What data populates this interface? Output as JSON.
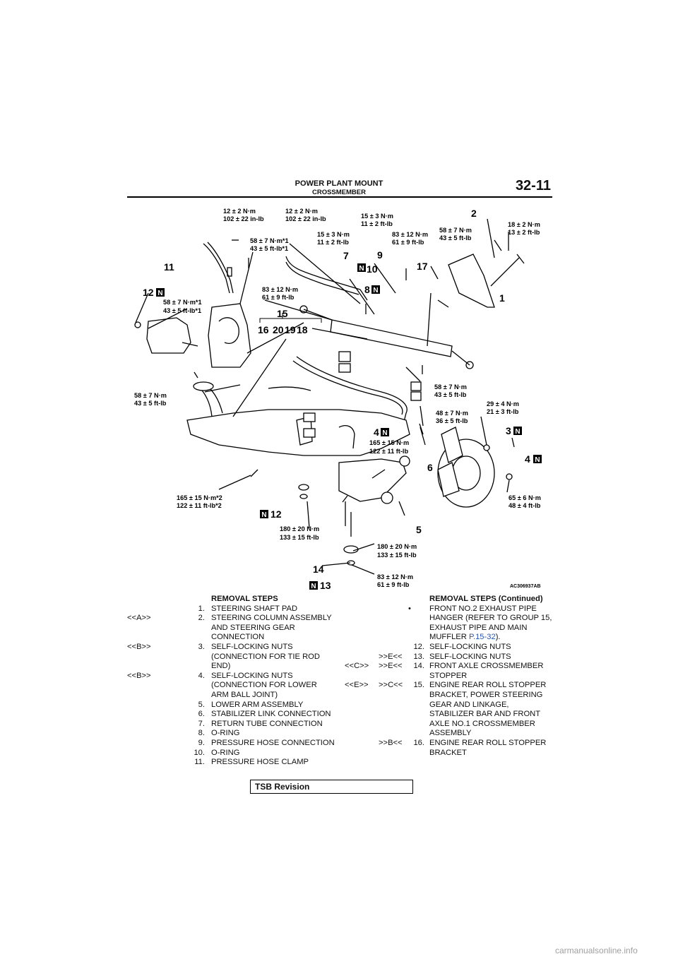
{
  "header": {
    "title": "POWER PLANT MOUNT",
    "subtitle": "CROSSMEMBER",
    "page_number": "32-11"
  },
  "figure": {
    "code": "AC306937AB",
    "torque_labels": [
      {
        "id": "t1a",
        "text": "12 ± 2 N·m"
      },
      {
        "id": "t1b",
        "text": "102 ± 22 in-lb"
      },
      {
        "id": "t2a",
        "text": "12 ± 2 N·m"
      },
      {
        "id": "t2b",
        "text": "102 ± 22 in-lb"
      },
      {
        "id": "t3a",
        "text": "15 ± 3 N·m"
      },
      {
        "id": "t3b",
        "text": "11 ± 2 ft-lb"
      },
      {
        "id": "t4a",
        "text": "18 ± 2 N·m"
      },
      {
        "id": "t4b",
        "text": "13 ± 2 ft-lb"
      },
      {
        "id": "t5a",
        "text": "58 ± 7 N·m*1"
      },
      {
        "id": "t5b",
        "text": "43 ± 5 ft-lb*1"
      },
      {
        "id": "t6a",
        "text": "15 ± 3 N·m"
      },
      {
        "id": "t6b",
        "text": "11 ± 2 ft-lb"
      },
      {
        "id": "t7a",
        "text": "83 ± 12 N·m"
      },
      {
        "id": "t7b",
        "text": "61 ± 9 ft-lb"
      },
      {
        "id": "t8a",
        "text": "58 ± 7 N·m"
      },
      {
        "id": "t8b",
        "text": "43 ± 5 ft-lb"
      },
      {
        "id": "t9a",
        "text": "58 ± 7 N·m*1"
      },
      {
        "id": "t9b",
        "text": "43 ± 5 ft-lb*1"
      },
      {
        "id": "t10a",
        "text": "83 ± 12 N·m"
      },
      {
        "id": "t10b",
        "text": "61 ± 9 ft-lb"
      },
      {
        "id": "t11a",
        "text": "58 ± 7 N·m"
      },
      {
        "id": "t11b",
        "text": "43 ± 5 ft-lb"
      },
      {
        "id": "t12a",
        "text": "58 ± 7 N·m"
      },
      {
        "id": "t12b",
        "text": "43 ± 5 ft-lb"
      },
      {
        "id": "t13a",
        "text": "29 ± 4 N·m"
      },
      {
        "id": "t13b",
        "text": "21 ± 3 ft-lb"
      },
      {
        "id": "t14a",
        "text": "48 ± 7 N·m"
      },
      {
        "id": "t14b",
        "text": "36 ± 5 ft-lb"
      },
      {
        "id": "t15a",
        "text": "165 ± 15 N·m"
      },
      {
        "id": "t15b",
        "text": "122 ± 11 ft-lb"
      },
      {
        "id": "t16a",
        "text": "165 ± 15 N·m*2"
      },
      {
        "id": "t16b",
        "text": "122 ± 11 ft-lb*2"
      },
      {
        "id": "t17a",
        "text": "65 ± 6 N·m"
      },
      {
        "id": "t17b",
        "text": "48 ± 4 ft-lb"
      },
      {
        "id": "t18a",
        "text": "180 ± 20 N·m"
      },
      {
        "id": "t18b",
        "text": "133 ± 15 ft-lb"
      },
      {
        "id": "t19a",
        "text": "180 ± 20 N·m"
      },
      {
        "id": "t19b",
        "text": "133 ± 15 ft-lb"
      },
      {
        "id": "t20a",
        "text": "83 ± 12 N·m"
      },
      {
        "id": "t20b",
        "text": "61 ± 9 ft-lb"
      }
    ],
    "callouts": [
      {
        "id": "c1",
        "text": "1"
      },
      {
        "id": "c2",
        "text": "2"
      },
      {
        "id": "c3",
        "text": "3"
      },
      {
        "id": "c4a",
        "text": "4"
      },
      {
        "id": "c4b",
        "text": "4"
      },
      {
        "id": "c5",
        "text": "5"
      },
      {
        "id": "c6",
        "text": "6"
      },
      {
        "id": "c7",
        "text": "7"
      },
      {
        "id": "c8",
        "text": "8"
      },
      {
        "id": "c9",
        "text": "9"
      },
      {
        "id": "c10",
        "text": "10"
      },
      {
        "id": "c11",
        "text": "11"
      },
      {
        "id": "c12a",
        "text": "12"
      },
      {
        "id": "c12b",
        "text": "12"
      },
      {
        "id": "c13",
        "text": "13"
      },
      {
        "id": "c14",
        "text": "14"
      },
      {
        "id": "c15",
        "text": "15"
      },
      {
        "id": "c16",
        "text": "16"
      },
      {
        "id": "c17",
        "text": "17"
      },
      {
        "id": "c18",
        "text": "18"
      },
      {
        "id": "c19",
        "text": "19"
      },
      {
        "id": "c20",
        "text": "20"
      }
    ],
    "n_badge": "N"
  },
  "removal_left": {
    "title": "REMOVAL STEPS",
    "steps": [
      {
        "ref": "",
        "num": "1.",
        "lines": [
          "STEERING SHAFT PAD"
        ]
      },
      {
        "ref": "<<A>>",
        "num": "2.",
        "lines": [
          "STEERING COLUMN ASSEMBLY",
          "AND STEERING GEAR",
          "CONNECTION"
        ]
      },
      {
        "ref": "<<B>>",
        "num": "3.",
        "lines": [
          "SELF-LOCKING NUTS",
          "(CONNECTION FOR TIE ROD",
          "END)"
        ]
      },
      {
        "ref": "<<B>>",
        "num": "4.",
        "lines": [
          "SELF-LOCKING NUTS",
          "(CONNECTION FOR LOWER",
          "ARM BALL JOINT)"
        ]
      },
      {
        "ref": "",
        "num": "5.",
        "lines": [
          "LOWER ARM ASSEMBLY"
        ]
      },
      {
        "ref": "",
        "num": "6.",
        "lines": [
          "STABILIZER LINK CONNECTION"
        ]
      },
      {
        "ref": "",
        "num": "7.",
        "lines": [
          "RETURN TUBE CONNECTION"
        ]
      },
      {
        "ref": "",
        "num": "8.",
        "lines": [
          "O-RING"
        ]
      },
      {
        "ref": "",
        "num": "9.",
        "lines": [
          "PRESSURE HOSE CONNECTION"
        ]
      },
      {
        "ref": "",
        "num": "10.",
        "lines": [
          "O-RING"
        ]
      },
      {
        "ref": "",
        "num": "11.",
        "lines": [
          "PRESSURE HOSE CLAMP"
        ]
      }
    ]
  },
  "removal_right": {
    "title": "REMOVAL STEPS (Continued)",
    "bullet_lines": [
      "FRONT NO.2 EXHAUST PIPE",
      "HANGER (REFER TO GROUP 15,",
      "EXHAUST PIPE AND MAIN"
    ],
    "bullet_last": "MUFFLER ",
    "bullet_link": "P.15-32",
    "bullet_end": ").",
    "steps": [
      {
        "ref1": "",
        "ref2": "",
        "num": "12.",
        "lines": [
          "SELF-LOCKING NUTS"
        ]
      },
      {
        "ref1": "",
        "ref2": ">>E<<",
        "num": "13.",
        "lines": [
          "SELF-LOCKING NUTS"
        ]
      },
      {
        "ref1": "<<C>>",
        "ref2": ">>E<<",
        "num": "14.",
        "lines": [
          "FRONT AXLE CROSSMEMBER",
          "STOPPER"
        ]
      },
      {
        "ref1": "<<E>>",
        "ref2": ">>C<<",
        "num": "15.",
        "lines": [
          "ENGINE REAR ROLL STOPPER",
          "BRACKET, POWER STEERING",
          "GEAR AND LINKAGE,",
          "STABILIZER BAR AND FRONT",
          "AXLE NO.1 CROSSMEMBER",
          "ASSEMBLY"
        ]
      },
      {
        "ref1": "",
        "ref2": ">>B<<",
        "num": "16.",
        "lines": [
          "ENGINE REAR ROLL STOPPER",
          "BRACKET"
        ]
      }
    ]
  },
  "footer": {
    "tsb": "TSB Revision",
    "watermark": "carmanualsonline.info"
  }
}
